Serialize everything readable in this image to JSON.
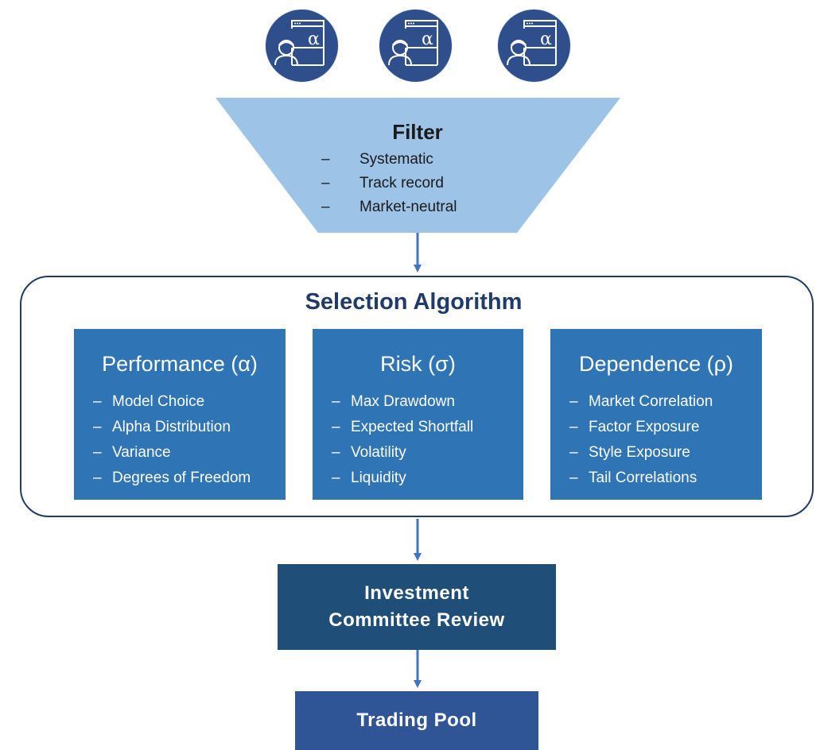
{
  "avatars": [
    {
      "icon": "analyst-alpha-icon"
    },
    {
      "icon": "analyst-alpha-icon"
    },
    {
      "icon": "analyst-alpha-icon"
    }
  ],
  "filter": {
    "title": "Filter",
    "items": [
      "Systematic",
      "Track record",
      "Market-neutral"
    ]
  },
  "selection": {
    "title": "Selection Algorithm",
    "pillars": [
      {
        "title": "Performance (α)",
        "items": [
          "Model Choice",
          "Alpha Distribution",
          "Variance",
          "Degrees of Freedom"
        ]
      },
      {
        "title": "Risk (σ)",
        "items": [
          "Max Drawdown",
          "Expected Shortfall",
          "Volatility",
          "Liquidity"
        ]
      },
      {
        "title": "Dependence (ρ)",
        "items": [
          "Market Correlation",
          "Factor Exposure",
          "Style Exposure",
          "Tail Correlations"
        ]
      }
    ]
  },
  "review": {
    "line1": "Investment",
    "line2": "Committee Review"
  },
  "pool": {
    "label": "Trading Pool"
  },
  "colors": {
    "funnel": "#9dc3e6",
    "avatar": "#2f4f8c",
    "container_border": "#1f3b69",
    "pillar": "#2f74b5",
    "review": "#1f4e79",
    "pool": "#2f5597",
    "arrow": "#4472c4"
  }
}
